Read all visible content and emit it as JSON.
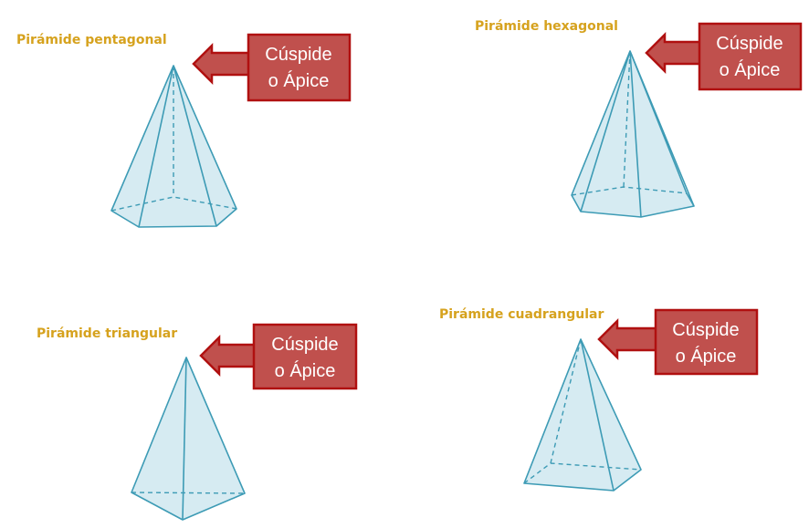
{
  "pyramids": [
    {
      "title": "Pirámide pentagonal",
      "callout": [
        "Cúspide",
        "o Ápice"
      ]
    },
    {
      "title": "Pirámide hexagonal",
      "callout": [
        "Cúspide",
        "o Ápice"
      ]
    },
    {
      "title": "Pirámide triangular",
      "callout": [
        "Cúspide",
        "o Ápice"
      ]
    },
    {
      "title": "Pirámide cuadrangular",
      "callout": [
        "Cúspide",
        "o Ápice"
      ]
    }
  ],
  "colors": {
    "title": "#d6a21e",
    "callout_fill": "#c0504d",
    "callout_border": "#b01010",
    "pyramid_edge": "#3d9bb5",
    "pyramid_face": "#cfe8f0"
  }
}
